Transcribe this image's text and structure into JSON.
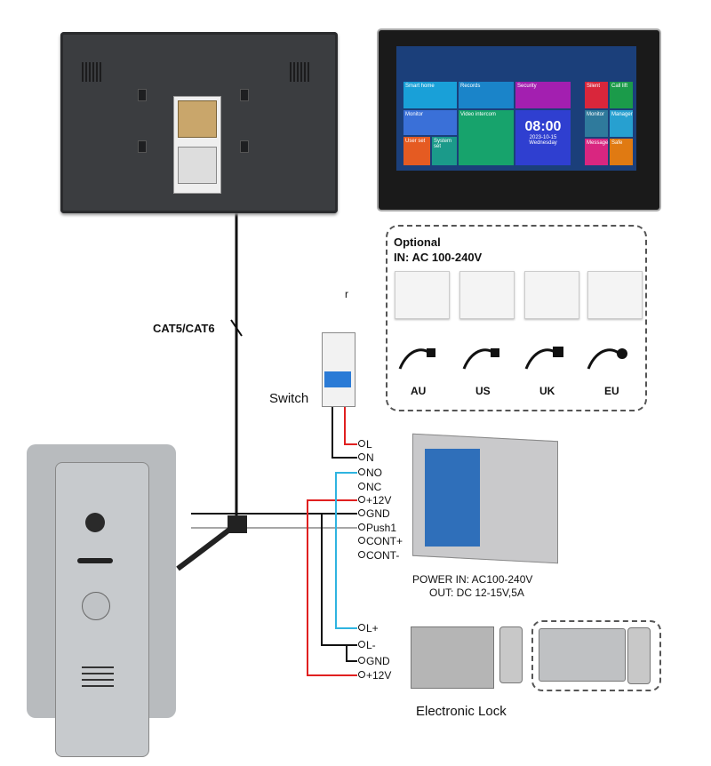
{
  "monitor_screen": {
    "time": "08:00",
    "date": "2023-10-15",
    "day": "Wednesday",
    "tiles": [
      "Smart home",
      "Records",
      "Security",
      "Monitor",
      "Video intercom",
      "User set",
      "System set",
      "Silent",
      "Call lift",
      "Monitor",
      "Manager",
      "Message",
      "Safe"
    ]
  },
  "cable_label": "CAT5/CAT6",
  "stray_char": "r",
  "optional": {
    "title": "Optional",
    "input": "IN: AC 100-240V",
    "regions": [
      "AU",
      "US",
      "UK",
      "EU"
    ]
  },
  "switch_label": "Switch",
  "terminals": {
    "power_in": [
      "L",
      "N"
    ],
    "controller": [
      "NO",
      "NC",
      "+12V",
      "GND",
      "Push1",
      "CONT+",
      "CONT-"
    ],
    "lock": [
      "L+",
      "L-",
      "GND",
      "+12V"
    ]
  },
  "psu": {
    "line1": "POWER  IN: AC100-240V",
    "line2": "OUT: DC 12-15V,5A"
  },
  "lock_label": "Electronic Lock",
  "colors": {
    "red_wire": "#e02020",
    "blue_wire": "#2fb4e0",
    "black_wire": "#111111"
  }
}
